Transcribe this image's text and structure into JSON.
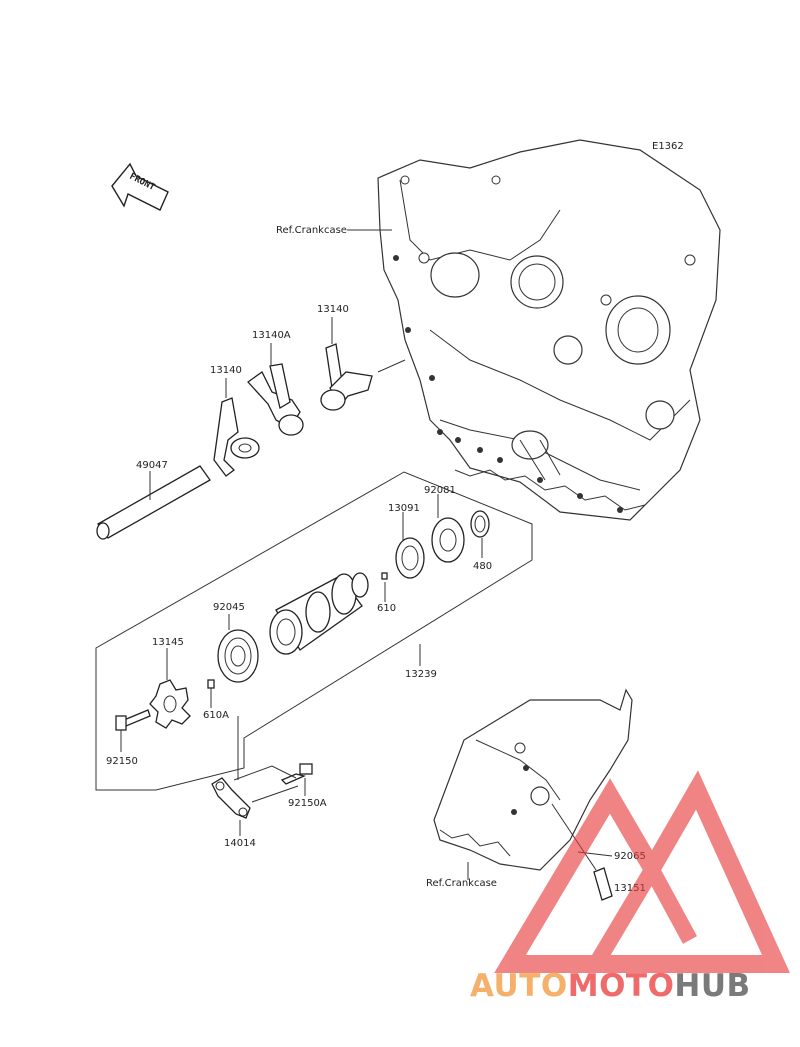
{
  "diagram": {
    "code": "E1362",
    "front_arrow": "FRONT",
    "crankcase_ref_top": "Ref.Crankcase",
    "crankcase_ref_bottom": "Ref.Crankcase",
    "parts": {
      "p13140_left": "13140",
      "p13140a": "13140A",
      "p13140_right": "13140",
      "p49047": "49047",
      "p92081": "92081",
      "p13091": "13091",
      "p480": "480",
      "p610": "610",
      "p92045": "92045",
      "p13145": "13145",
      "p13239": "13239",
      "p610a": "610A",
      "p92150": "92150",
      "p92150a": "92150A",
      "p14014": "14014",
      "p92065": "92065",
      "p13151": "13151"
    }
  },
  "watermark": {
    "part1": "AUTO",
    "part2": "MOTO",
    "part3": "HUB",
    "colors": {
      "auto": "#f5b06a",
      "moto": "#ef6b6b",
      "hub": "#7a7a7a",
      "triangle": "#e83a3a"
    }
  }
}
